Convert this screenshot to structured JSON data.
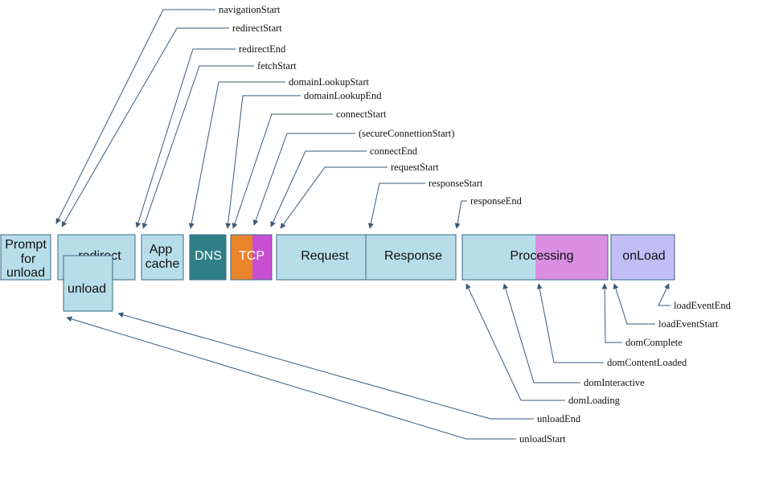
{
  "phases": {
    "prompt_unload": [
      "Prompt",
      "for",
      "unload"
    ],
    "redirect": "redirect",
    "unload": "unload",
    "app_cache": [
      "App",
      "cache"
    ],
    "dns": "DNS",
    "tcp": "TCP",
    "request": "Request",
    "response": "Response",
    "processing": "Processing",
    "onload": "onLoad"
  },
  "events_top": {
    "navigationStart": "navigationStart",
    "redirectStart": "redirectStart",
    "redirectEnd": "redirectEnd",
    "fetchStart": "fetchStart",
    "domainLookupStart": "domainLookupStart",
    "domainLookupEnd": "domainLookupEnd",
    "connectStart": "connectStart",
    "secureConnectionStart": "(secureConnettionStart)",
    "connectEnd": "connectEnd",
    "requestStart": "requestStart",
    "responseStart": "responseStart",
    "responseEnd": "responseEnd"
  },
  "events_bottom": {
    "loadEventEnd": "loadEventEnd",
    "loadEventStart": "loadEventStart",
    "domComplete": "domComplete",
    "domContentLoaded": "domContentLoaded",
    "domInteractive": "domInteractive",
    "domLoading": "domLoading",
    "unloadEnd": "unloadEnd",
    "unloadStart": "unloadStart"
  },
  "colors": {
    "light_blue": "#b7dde8",
    "teal": "#2e8087",
    "orange": "#e9842a",
    "magenta": "#c84fd2",
    "pink": "#d98ee0",
    "lavender": "#c3bdf7",
    "connector": "#3a5a7a"
  }
}
